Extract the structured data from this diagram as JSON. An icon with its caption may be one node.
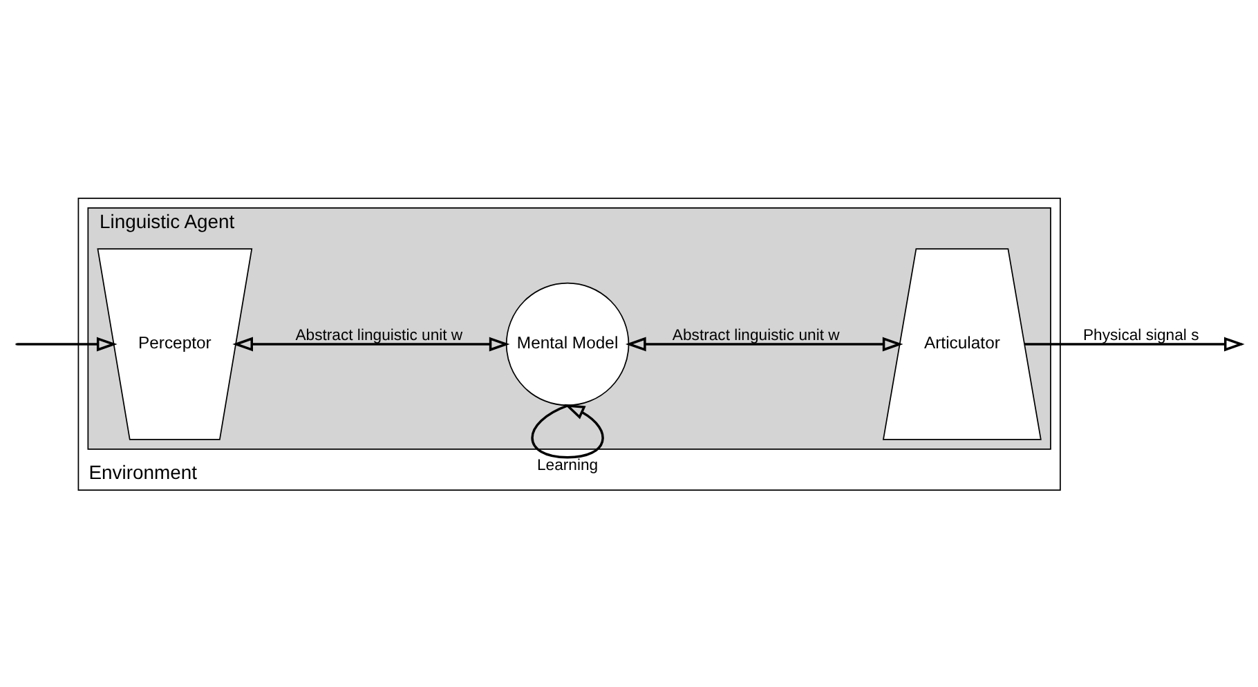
{
  "diagram": {
    "nodes": [
      {
        "text": [
          "Environment"
        ]
      },
      {
        "text": [
          "Linguistic Agent"
        ],
        "in": 0
      },
      {
        "text": [
          "Perceptor"
        ],
        "in": 1
      },
      {
        "text": [
          "Mental Model"
        ],
        "in": 1
      },
      {
        "text": [
          "Articulator"
        ],
        "in": 1
      }
    ],
    "edges": [
      {
        "from": null,
        "to": 2,
        "arrow": "to"
      },
      {
        "from": 2,
        "to": 3,
        "arrow": "both",
        "label": "Abstract linguistic unit w"
      },
      {
        "from": 3,
        "to": 4,
        "arrow": "both",
        "label": "Abstract linguistic unit w"
      },
      {
        "from": 4,
        "to": null,
        "arrow": "to",
        "label": "Physical signal s"
      },
      {
        "from": 3,
        "to": 3,
        "arrow": "to",
        "label": "Learning"
      }
    ]
  }
}
